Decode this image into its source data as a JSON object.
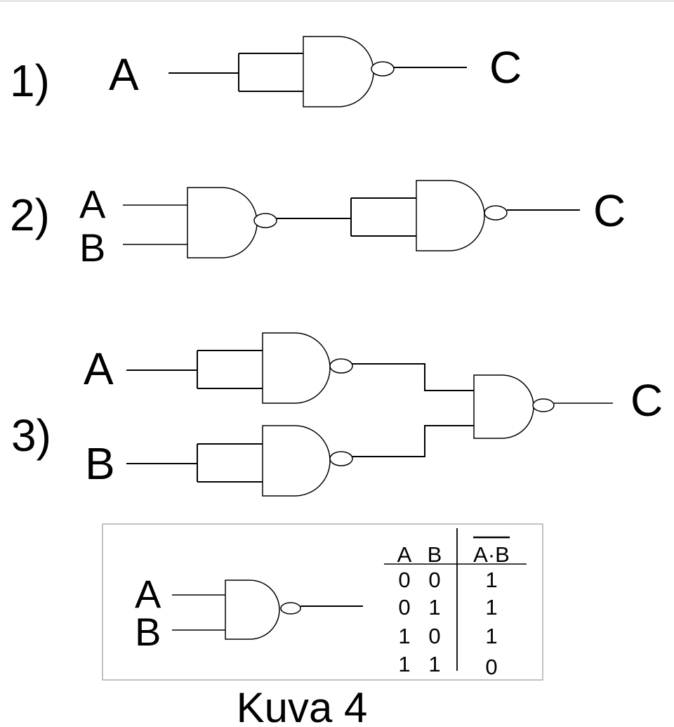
{
  "circuit1": {
    "number": "1)",
    "input_a": "A",
    "output": "C"
  },
  "circuit2": {
    "number": "2)",
    "input_a": "A",
    "input_b": "B",
    "output": "C"
  },
  "circuit3": {
    "number": "3)",
    "input_a": "A",
    "input_b": "B",
    "output": "C"
  },
  "legend": {
    "input_a": "A",
    "input_b": "B",
    "truth_table": {
      "headers": [
        "A",
        "B",
        "A·B"
      ],
      "rows": [
        [
          "0",
          "0",
          "1"
        ],
        [
          "0",
          "1",
          "1"
        ],
        [
          "1",
          "0",
          "1"
        ],
        [
          "1",
          "1",
          "0"
        ]
      ]
    }
  },
  "caption": "Kuva 4"
}
